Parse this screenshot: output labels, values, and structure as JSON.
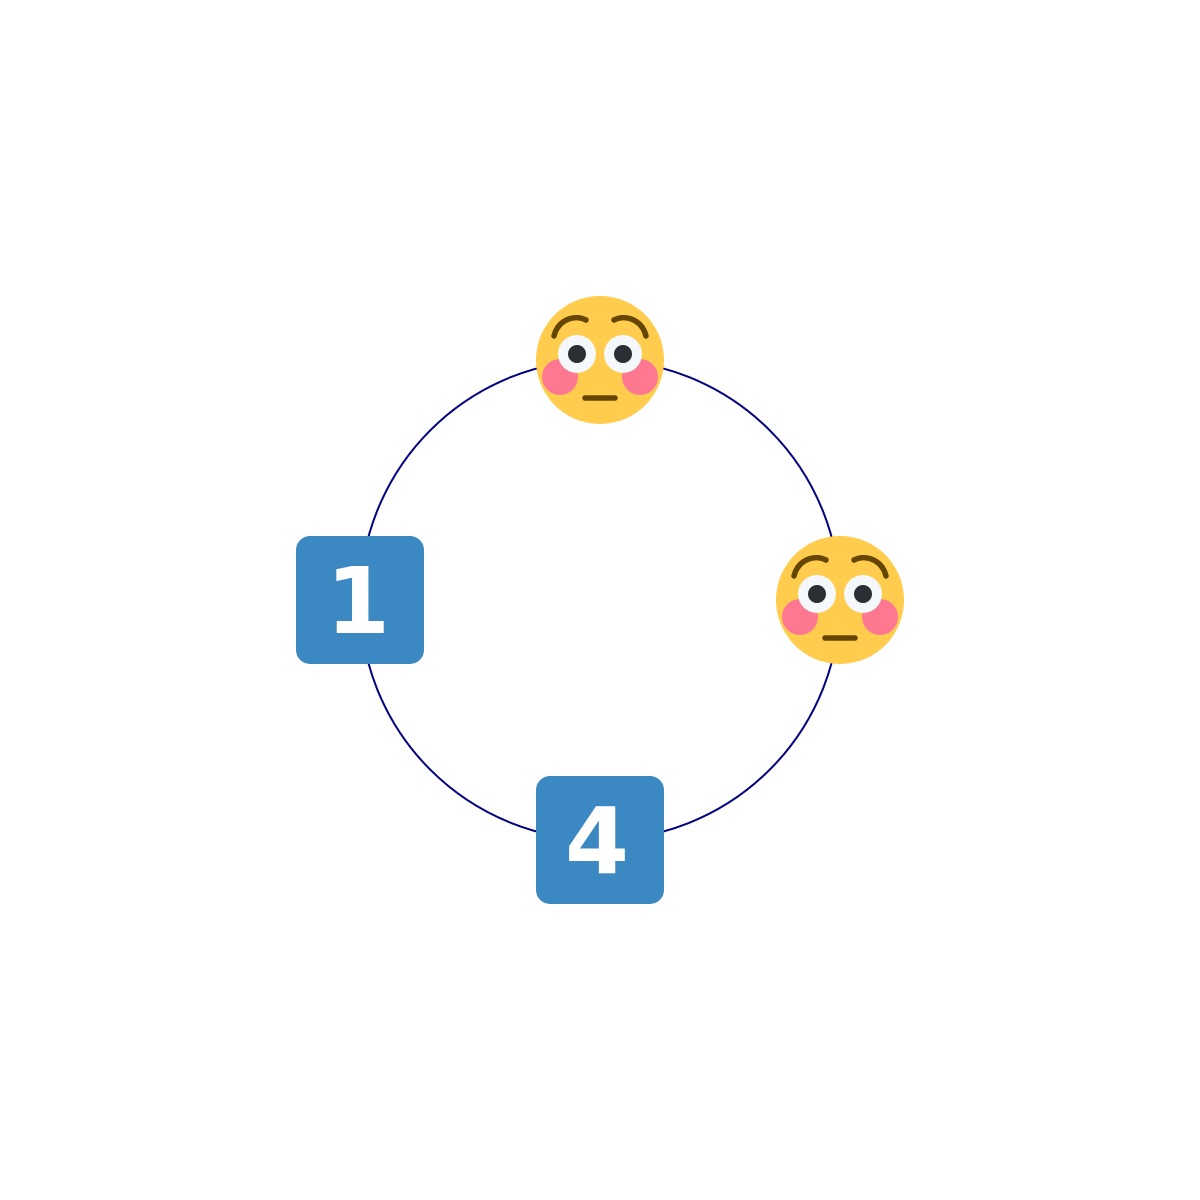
{
  "diagram": {
    "ring_color": "#000080",
    "nodes": [
      {
        "kind": "emoji",
        "icon": "flushed-face-icon",
        "position": "top"
      },
      {
        "kind": "emoji",
        "icon": "flushed-face-icon",
        "position": "right"
      },
      {
        "kind": "digit",
        "icon": "keycap-4-icon",
        "label": "4",
        "position": "bottom"
      },
      {
        "kind": "digit",
        "icon": "keycap-1-icon",
        "label": "1",
        "position": "left"
      }
    ],
    "colors": {
      "face": "#FFCC4D",
      "cheek": "#FF7892",
      "brow": "#664500",
      "eye_white": "#F5F8FA",
      "pupil": "#292F33",
      "keycap_bg": "#3B88C3",
      "keycap_text": "#FFFFFF"
    }
  }
}
